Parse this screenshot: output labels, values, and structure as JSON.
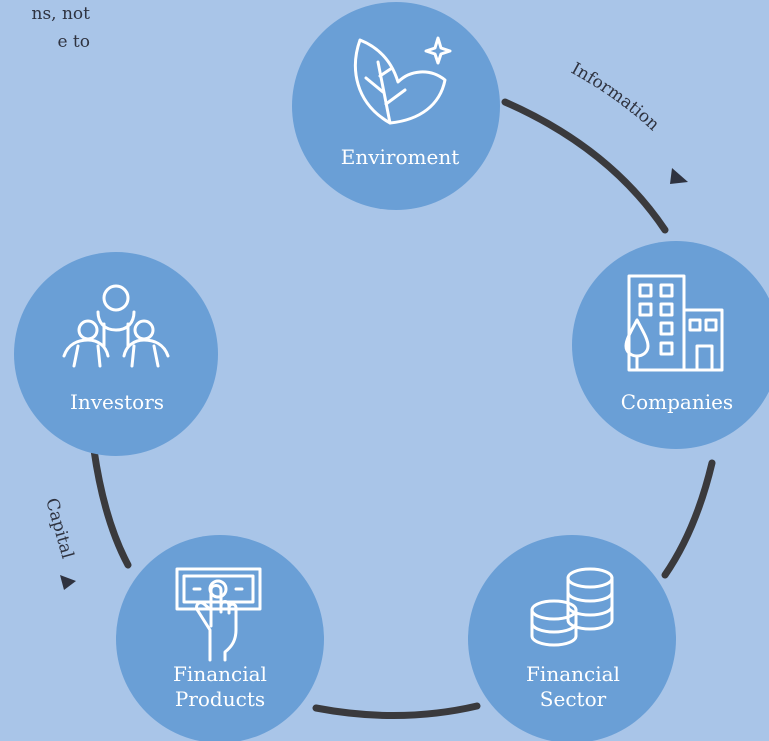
{
  "intro": {
    "line1": "ns, not",
    "line2": "e to"
  },
  "colors": {
    "background": "#a9c5e8",
    "node": "#6a9fd6",
    "arc": "#3a3a3d",
    "text": "#2f3340"
  },
  "nodes": [
    {
      "id": "environment",
      "label": "Enviroment",
      "icon": "leaf-icon"
    },
    {
      "id": "companies",
      "label": "Companies",
      "icon": "building-icon"
    },
    {
      "id": "financial-sector",
      "label_line1": "Financial",
      "label_line2": "Sector",
      "icon": "coins-icon"
    },
    {
      "id": "financial-products",
      "label_line1": "Financial",
      "label_line2": "Products",
      "icon": "banknote-hand-icon"
    },
    {
      "id": "investors",
      "label": "Investors",
      "icon": "people-icon"
    }
  ],
  "flows": {
    "information": "Information",
    "capital": "Capital"
  }
}
